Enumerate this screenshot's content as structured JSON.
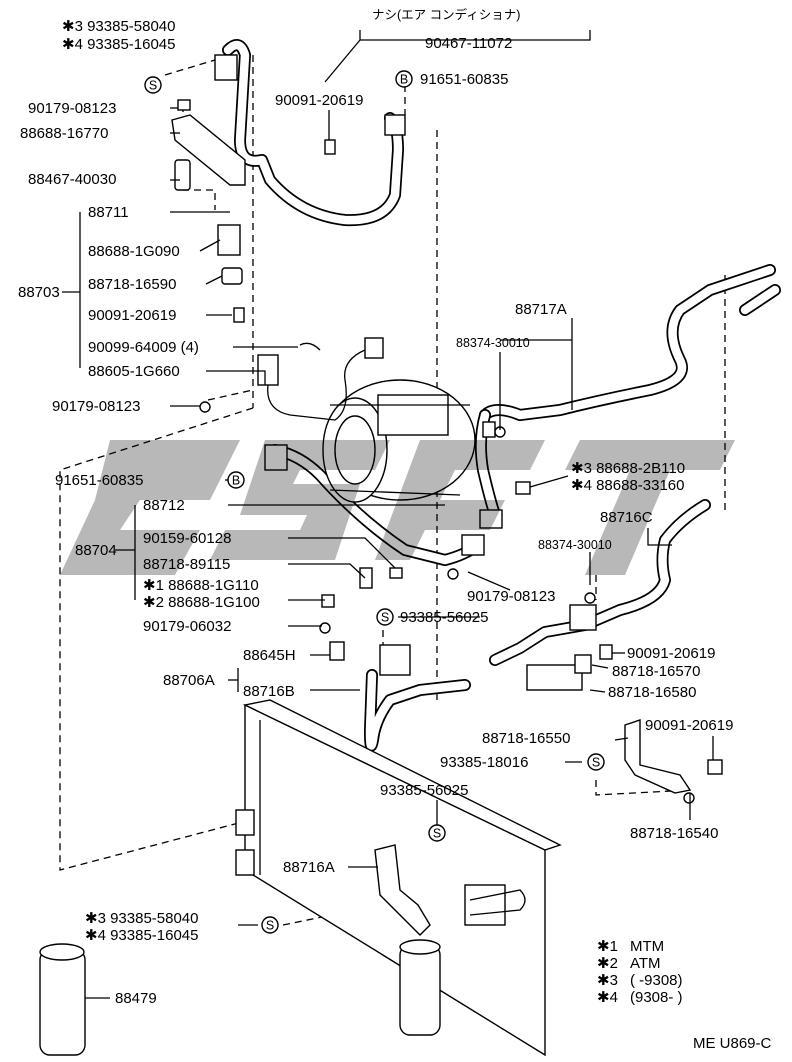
{
  "header": {
    "note": "ナシ(エア コンディショナ)",
    "note_part": "90467-11072"
  },
  "labels": {
    "p_93385_58040_top": "✱3  93385-58040",
    "p_93385_16045_top": "✱4  93385-16045",
    "p_90179_08123_a": "90179-08123",
    "p_88688_16770": "88688-16770",
    "p_88467_40030": "88467-40030",
    "p_90091_20619_a": "90091-20619",
    "p_91651_60835_a": "91651-60835",
    "p_88711": "88711",
    "p_88688_1G090": "88688-1G090",
    "p_88718_16590": "88718-16590",
    "p_88703": "88703",
    "p_90091_20619_b": "90091-20619",
    "p_90099_64009": "90099-64009 (4)",
    "p_88605_1G660": "88605-1G660",
    "p_90179_08123_b": "90179-08123",
    "p_88717A": "88717A",
    "p_88374_30010_a": "88374-30010",
    "p_91651_60835_b": "91651-60835",
    "p_88712": "88712",
    "p_88688_2B110": "✱3  88688-2B110",
    "p_88688_33160": "✱4  88688-33160",
    "p_88704": "88704",
    "p_90159_60128": "90159-60128",
    "p_88716C": "88716C",
    "p_88374_30010_b": "88374-30010",
    "p_88718_89115": "88718-89115",
    "p_88688_1G110": "✱1  88688-1G110",
    "p_88688_1G100": "✱2  88688-1G100",
    "p_90179_08123_c": "90179-08123",
    "p_90179_06032": "90179-06032",
    "p_93385_56025_a": "93385-56025",
    "p_88645H": "88645H",
    "p_88706A": "88706A",
    "p_88716B": "88716B",
    "p_90091_20619_c": "90091-20619",
    "p_88718_16570": "88718-16570",
    "p_88718_16580": "88718-16580",
    "p_88718_16550": "88718-16550",
    "p_90091_20619_d": "90091-20619",
    "p_93385_18016": "93385-18016",
    "p_93385_56025_b": "93385-56025",
    "p_88718_16540": "88718-16540",
    "p_88716A": "88716A",
    "p_93385_58040_bot": "✱3  93385-58040",
    "p_93385_16045_bot": "✱4  93385-16045",
    "p_88479": "88479"
  },
  "symbols": {
    "s": "S",
    "b": "B"
  },
  "legend": {
    "rows": [
      {
        "mark": "✱1",
        "text": "MTM"
      },
      {
        "mark": "✱2",
        "text": "ATM"
      },
      {
        "mark": "✱3",
        "text": "(          -9308)"
      },
      {
        "mark": "✱4",
        "text": "(9308-          )"
      }
    ]
  },
  "footer": {
    "code": "ME U869-C"
  },
  "icons": {
    "watermark": "csgt-logo-watermark"
  }
}
